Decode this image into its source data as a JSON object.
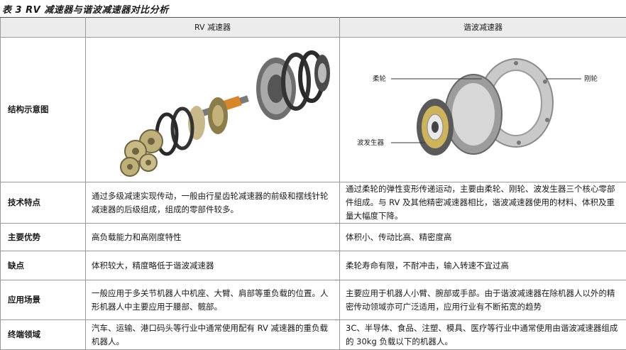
{
  "title": "表 3 RV 减速器与谐波减速器对比分析",
  "header": {
    "col1": "",
    "col2": "RV 减速器",
    "col3": "谐波减速器"
  },
  "rows": [
    {
      "label": "结构示意图",
      "rv": "",
      "harmonic": ""
    },
    {
      "label": "技术特点",
      "rv": "通过多级减速实现传动，一般由行星齿轮减速器的前级和摆线针轮减速器的后级组成，组成的零部件较多。",
      "harmonic": "通过柔轮的弹性变形传递运动，主要由柔轮、刚轮、波发生器三个核心零部件组成。与 RV 及其他精密减速器相比，谐波减速器使用的材料、体积及重量大幅度下降。"
    },
    {
      "label": "主要优势",
      "rv": "高负载能力和高刚度特性",
      "harmonic": "体积小、传动比高、精密度高"
    },
    {
      "label": "缺点",
      "rv": "体积较大，精度略低于谐波减速器",
      "harmonic": "柔轮寿命有限，不耐冲击，输入转速不宜过高"
    },
    {
      "label": "应用场景",
      "rv": "一般应用于多关节机器人中机座、大臂、肩部等重负载的位置。人形机器人中主要应用于腰部、髋部。",
      "harmonic": "主要应用于机器人小臂、腕部或手部。由于谐波减速器在除机器人以外的精密传动领域亦可广泛适用，应用行业有不断拓宽的趋势"
    },
    {
      "label": "终端领域",
      "rv": "汽车、运输、港口码头等行业中通常使用配有 RV 减速器的重负载机器人。",
      "harmonic": "3C、半导体、食品、注塑、模具、医疗等行业中通常使用由谐波减速器组成的 30kg 负载以下的机器人。"
    }
  ],
  "diagram_labels": {
    "flexspline": "柔轮",
    "circular_spline": "刚轮",
    "wave_generator": "波发生器"
  }
}
